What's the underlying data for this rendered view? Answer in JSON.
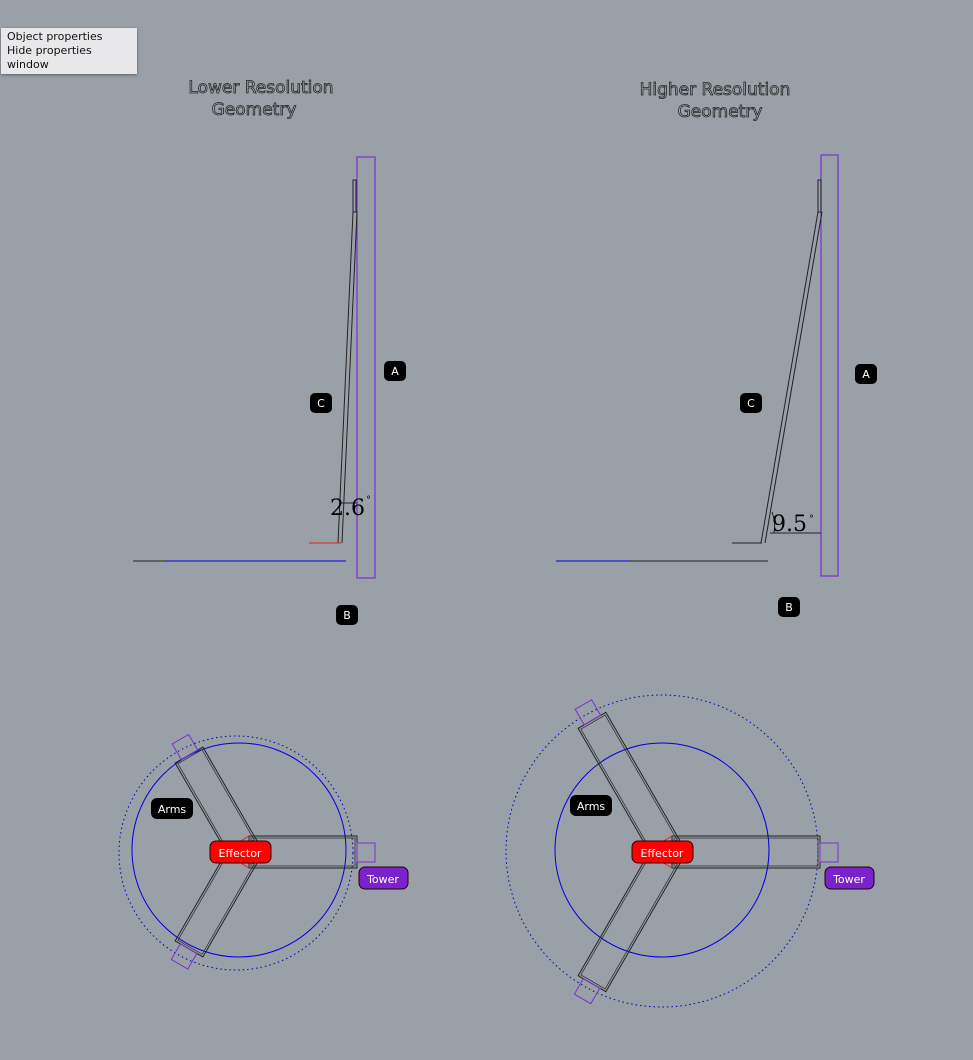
{
  "menu": {
    "items": [
      {
        "label": "Object properties"
      },
      {
        "label": "Hide properties window"
      }
    ]
  },
  "left": {
    "title_line1": "Lower Resolution",
    "title_line2": "Geometry",
    "angle": "2.6",
    "labels": {
      "a": "A",
      "b": "B",
      "c": "C",
      "arms": "Arms",
      "effector": "Effector",
      "tower": "Tower"
    }
  },
  "right": {
    "title_line1": "Higher Resolution",
    "title_line2": "Geometry",
    "angle": "9.5",
    "labels": {
      "a": "A",
      "b": "B",
      "c": "C",
      "arms": "Arms",
      "effector": "Effector",
      "tower": "Tower"
    }
  },
  "colors": {
    "tower": "#7a30d0",
    "effector": "#ff0000",
    "base": "#0000dd",
    "arm": "#222222"
  }
}
